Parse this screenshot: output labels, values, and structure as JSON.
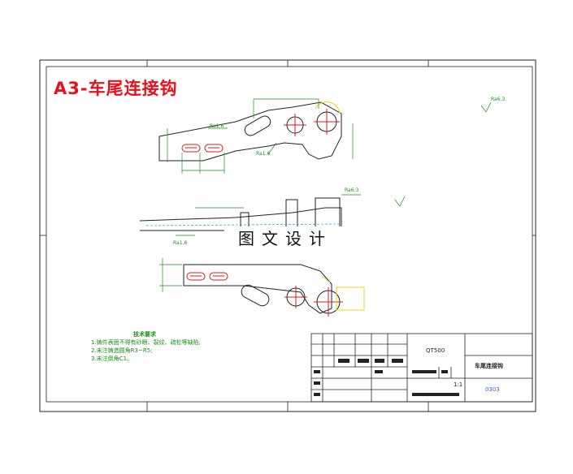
{
  "drawing": {
    "title": "A3-车尾连接钩",
    "watermark": "图文设计"
  },
  "tech_requirements": {
    "heading": "技术要求",
    "items": [
      "1.铸件表面不得有砂眼、裂纹、疏松等缺陷;",
      "2.未注铸造圆角R3~R5;",
      "3.未注倒角C1。"
    ]
  },
  "title_block": {
    "material": "QT500",
    "part_name": "车尾连接钩",
    "scale": "1:1",
    "drawing_no": "0303"
  },
  "dimensions": {
    "roughness_top_right": "Ra6.3",
    "roughness_left": "Ra1.6",
    "roughness_mid": "Ra6.3",
    "roughness_side": "Ra1.6",
    "roughness_bottom": "Ra1.6"
  },
  "colors": {
    "title_red": "#e8101a",
    "outline_white": "#222222",
    "dim_green": "#1a8f1a",
    "center_red": "#d81b1b",
    "hidden_cyan": "#1a9fd8",
    "highlight_yellow": "#e8d81a",
    "tb_blue": "#3366cc"
  }
}
